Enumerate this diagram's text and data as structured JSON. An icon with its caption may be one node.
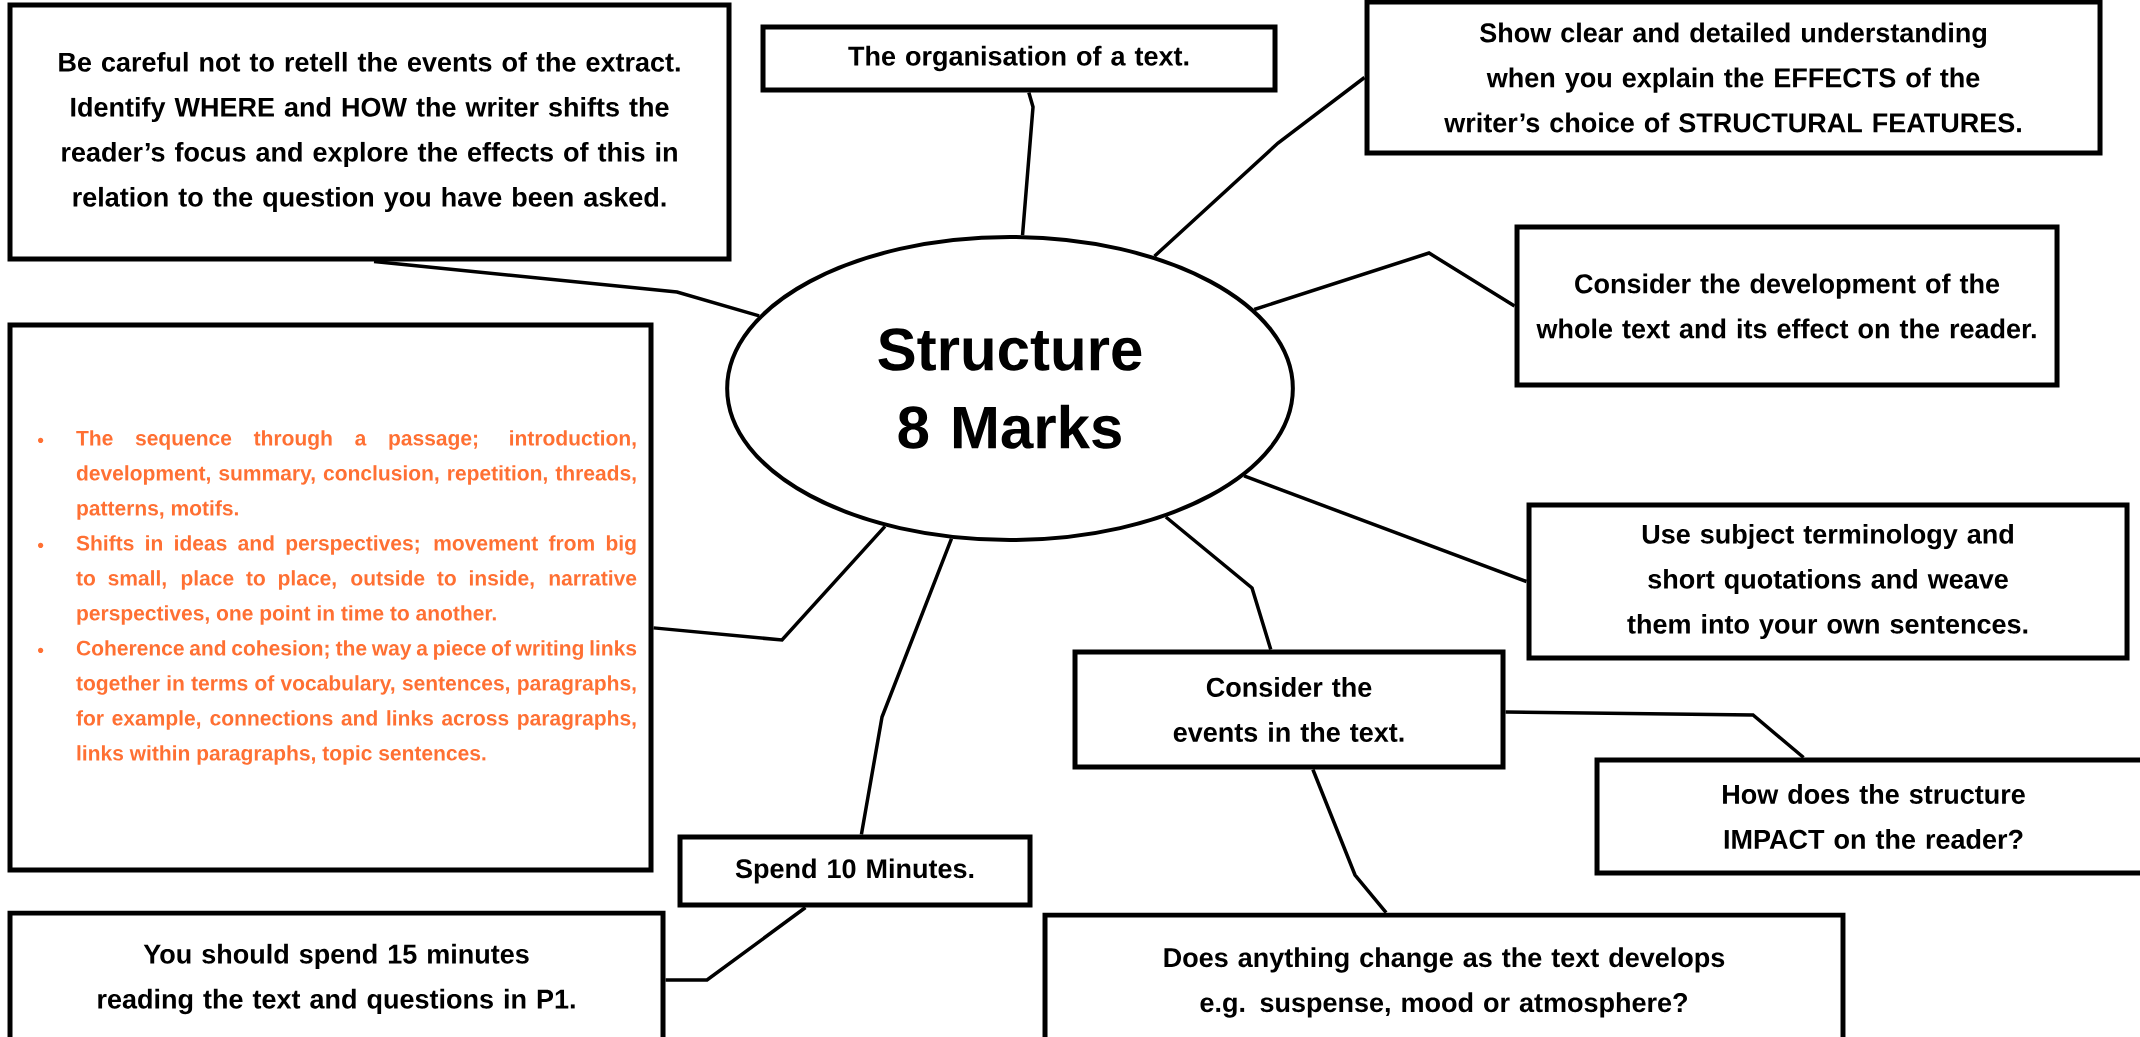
{
  "diagram": {
    "nodes": [
      {
        "text": [
          "Be careful not to retell the events of the extract. Identify WHERE and HOW the writer shifts the reader’s focus and explore the effects of this in relation to the question you have been asked."
        ]
      },
      {
        "text": [
          "The organisation of a text."
        ]
      },
      {
        "text": [
          "Show clear and detailed understanding when you explain the EFFECTS of the writer’s choice of STRUCTURAL FEATURES."
        ]
      },
      {
        "text": [
          "Consider the development of the whole text and its effect on the reader."
        ]
      },
      {
        "text": [
          "Structure 8 Marks"
        ]
      },
      {
        "text": [
          "The sequence through a passage; introduction, development, summary, conclusion, repetition, threads, patterns, motifs.",
          "Shifts in ideas and perspectives; movement from big to small, place to place, outside to inside, narrative perspectives, one point in time to another.",
          "Coherence and cohesion; the way a piece of writing links together in terms of vocabulary, sentences, paragraphs, for example, connections and links across paragraphs, links within paragraphs, topic sentences."
        ]
      },
      {
        "text": [
          "Use subject terminology and short quotations and weave them into your own sentences."
        ]
      },
      {
        "text": [
          "Consider the events in the text."
        ]
      },
      {
        "text": [
          "How does the structure IMPACT on the reader?"
        ]
      },
      {
        "text": [
          "Spend 10 Minutes."
        ]
      },
      {
        "text": [
          "You should spend 15 minutes reading the text and questions in P1."
        ]
      },
      {
        "text": [
          "Does anything change as the text develops e.g. suspense, mood or atmosphere?"
        ]
      }
    ],
    "edges": [
      {
        "from": 4,
        "to": 0,
        "arrow": "none"
      },
      {
        "from": 4,
        "to": 1,
        "arrow": "none"
      },
      {
        "from": 4,
        "to": 2,
        "arrow": "none"
      },
      {
        "from": 4,
        "to": 3,
        "arrow": "none"
      },
      {
        "from": 4,
        "to": 6,
        "arrow": "none"
      },
      {
        "from": 4,
        "to": 7,
        "arrow": "none"
      },
      {
        "from": 4,
        "to": 5,
        "arrow": "none"
      },
      {
        "from": 4,
        "to": 9,
        "arrow": "none"
      },
      {
        "from": 7,
        "to": 8,
        "arrow": "none"
      },
      {
        "from": 7,
        "to": 11,
        "arrow": "none"
      },
      {
        "from": 9,
        "to": 10,
        "arrow": "none"
      }
    ]
  }
}
